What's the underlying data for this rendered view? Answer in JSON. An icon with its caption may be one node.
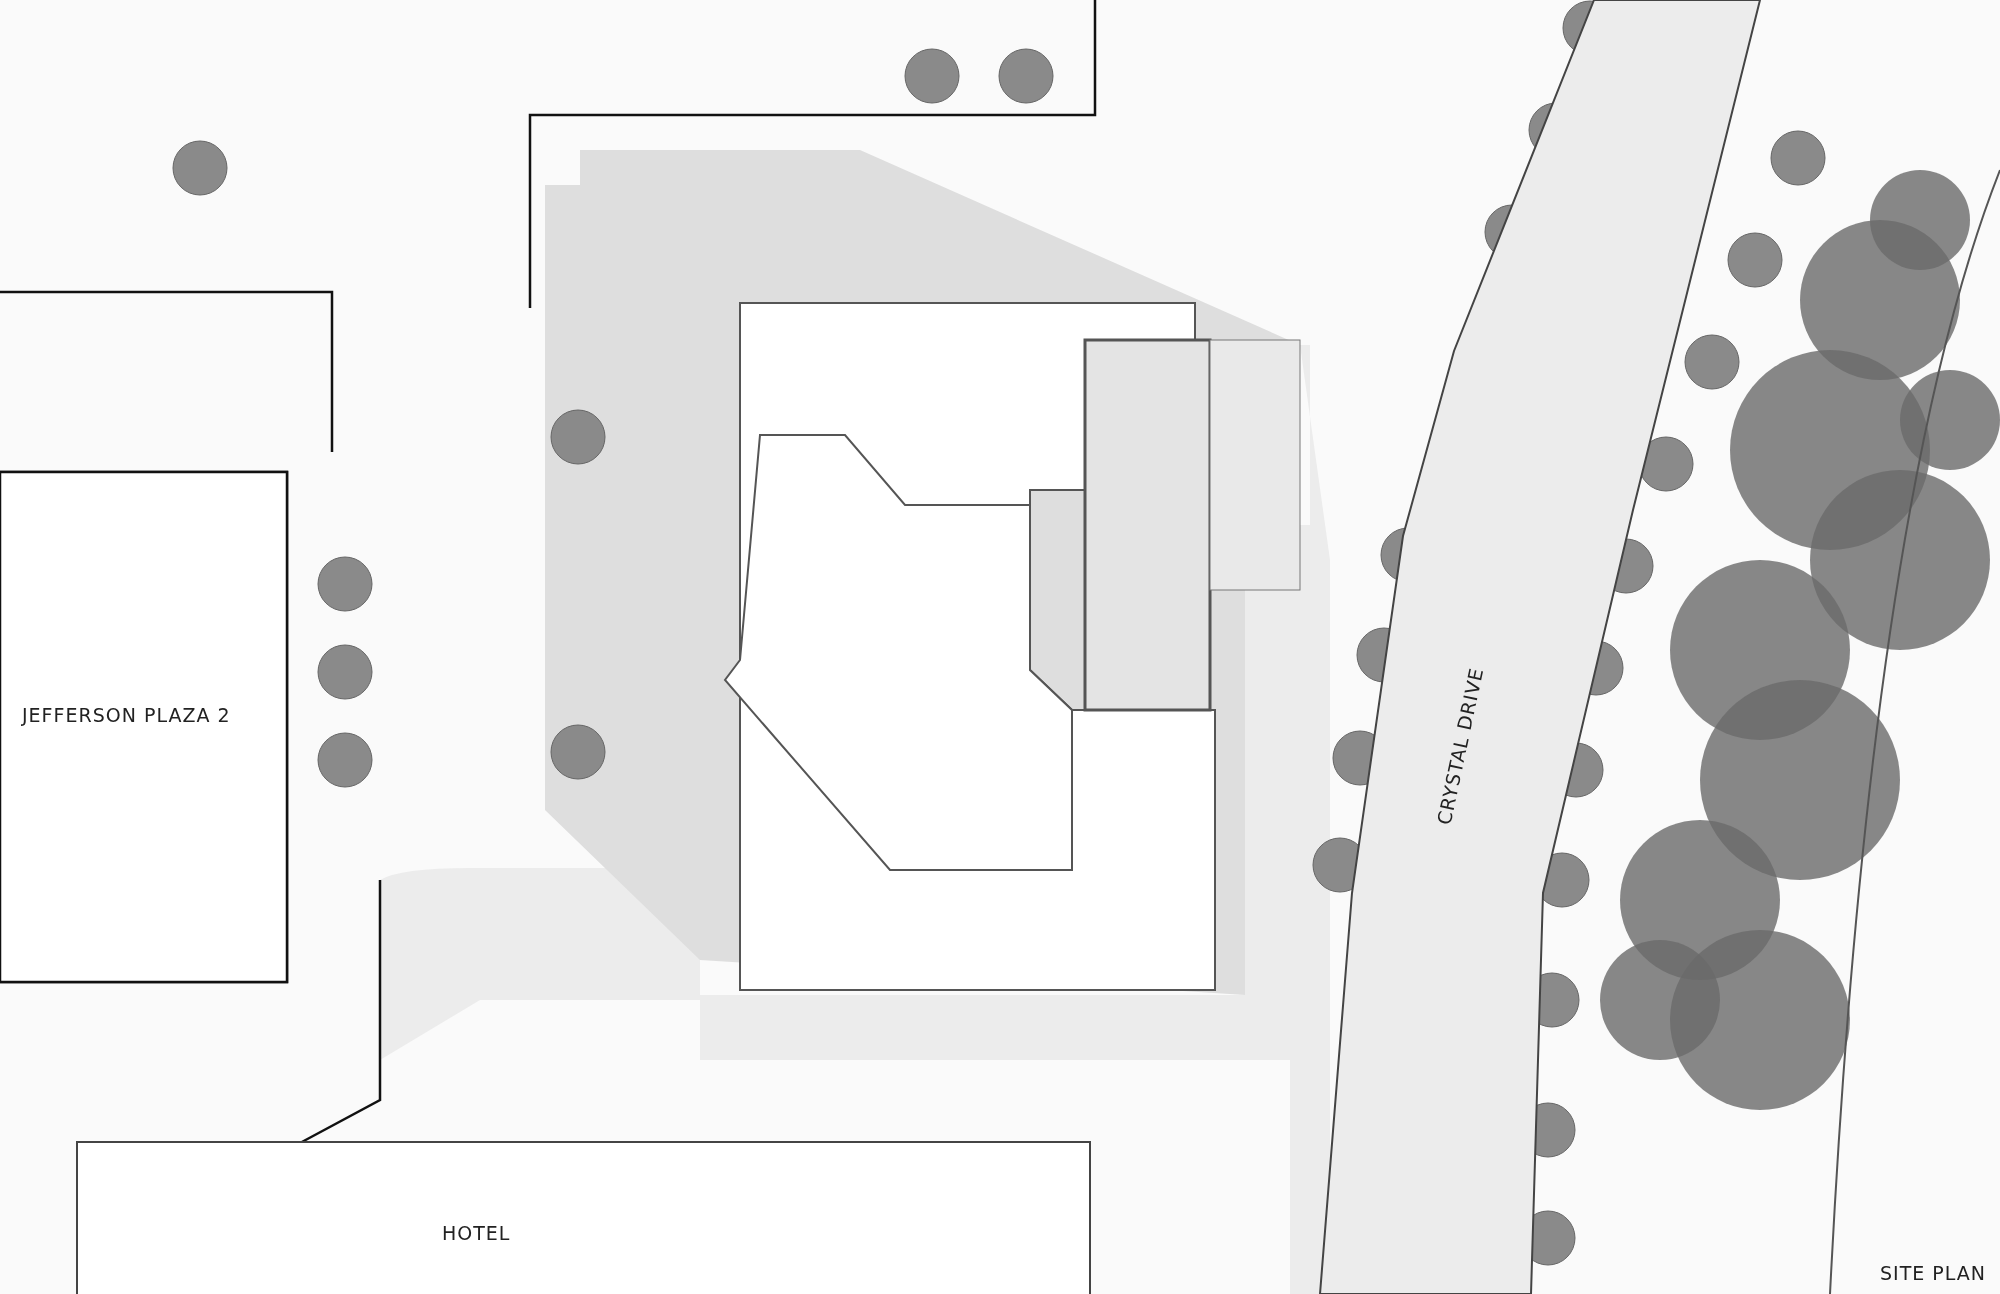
{
  "diagram": {
    "caption": "SITE PLAN",
    "nodes": [
      {
        "text": [
          "JEFFERSON PLAZA 2"
        ]
      },
      {
        "text": [
          "CRYSTAL DRIVE"
        ]
      },
      {
        "text": [
          "HOTEL"
        ]
      }
    ]
  }
}
